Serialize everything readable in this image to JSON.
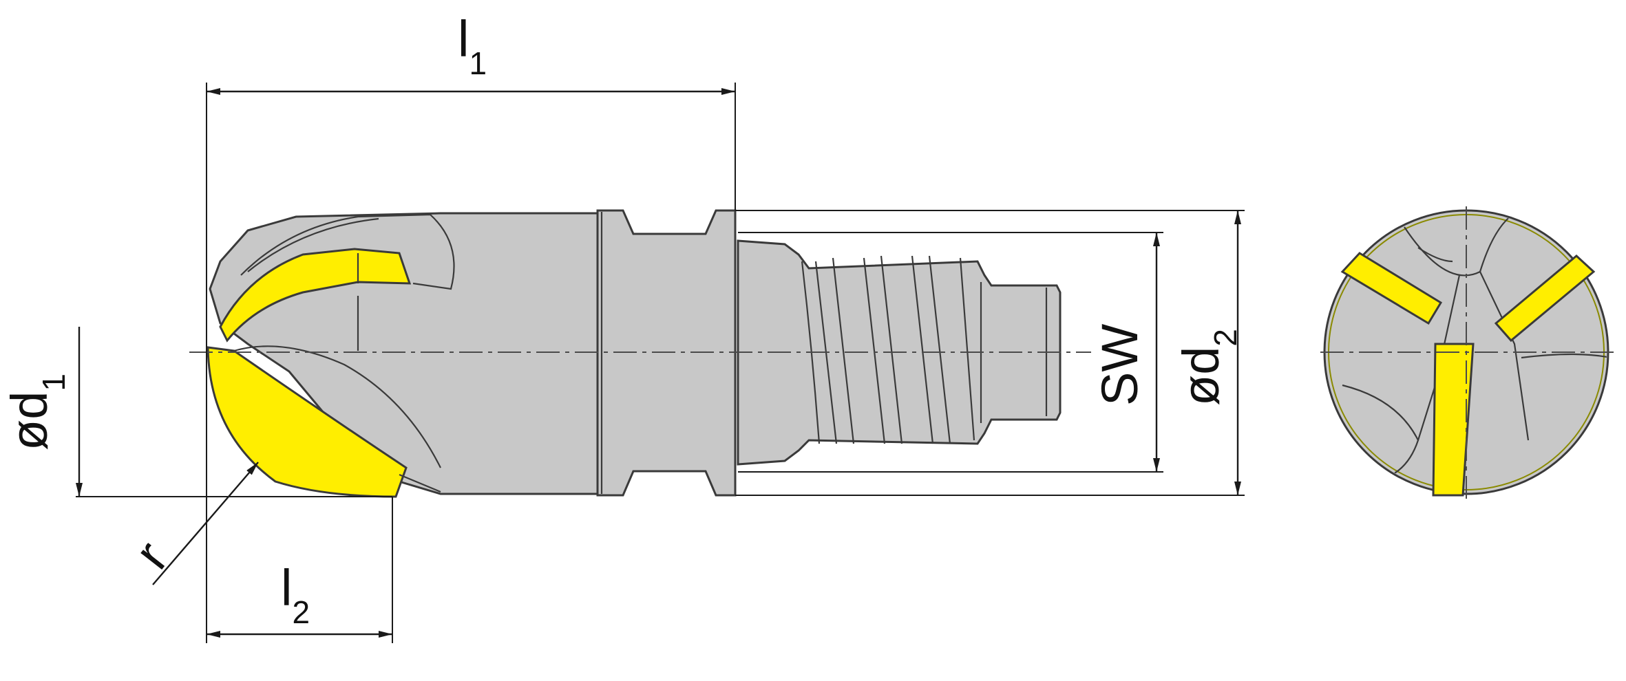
{
  "labels": {
    "l1": {
      "base": "l",
      "sub": "1"
    },
    "l2": {
      "base": "l",
      "sub": "2"
    },
    "d1": {
      "base": "ød",
      "sub": "1"
    },
    "d2": {
      "base": "ød",
      "sub": "2"
    },
    "sw": "SW",
    "r": "r"
  },
  "colors": {
    "carbide_body": "#c8c8c8",
    "insert": "#ffee00",
    "outline": "#3a3a3a",
    "dimension": "#1a1a1a"
  }
}
